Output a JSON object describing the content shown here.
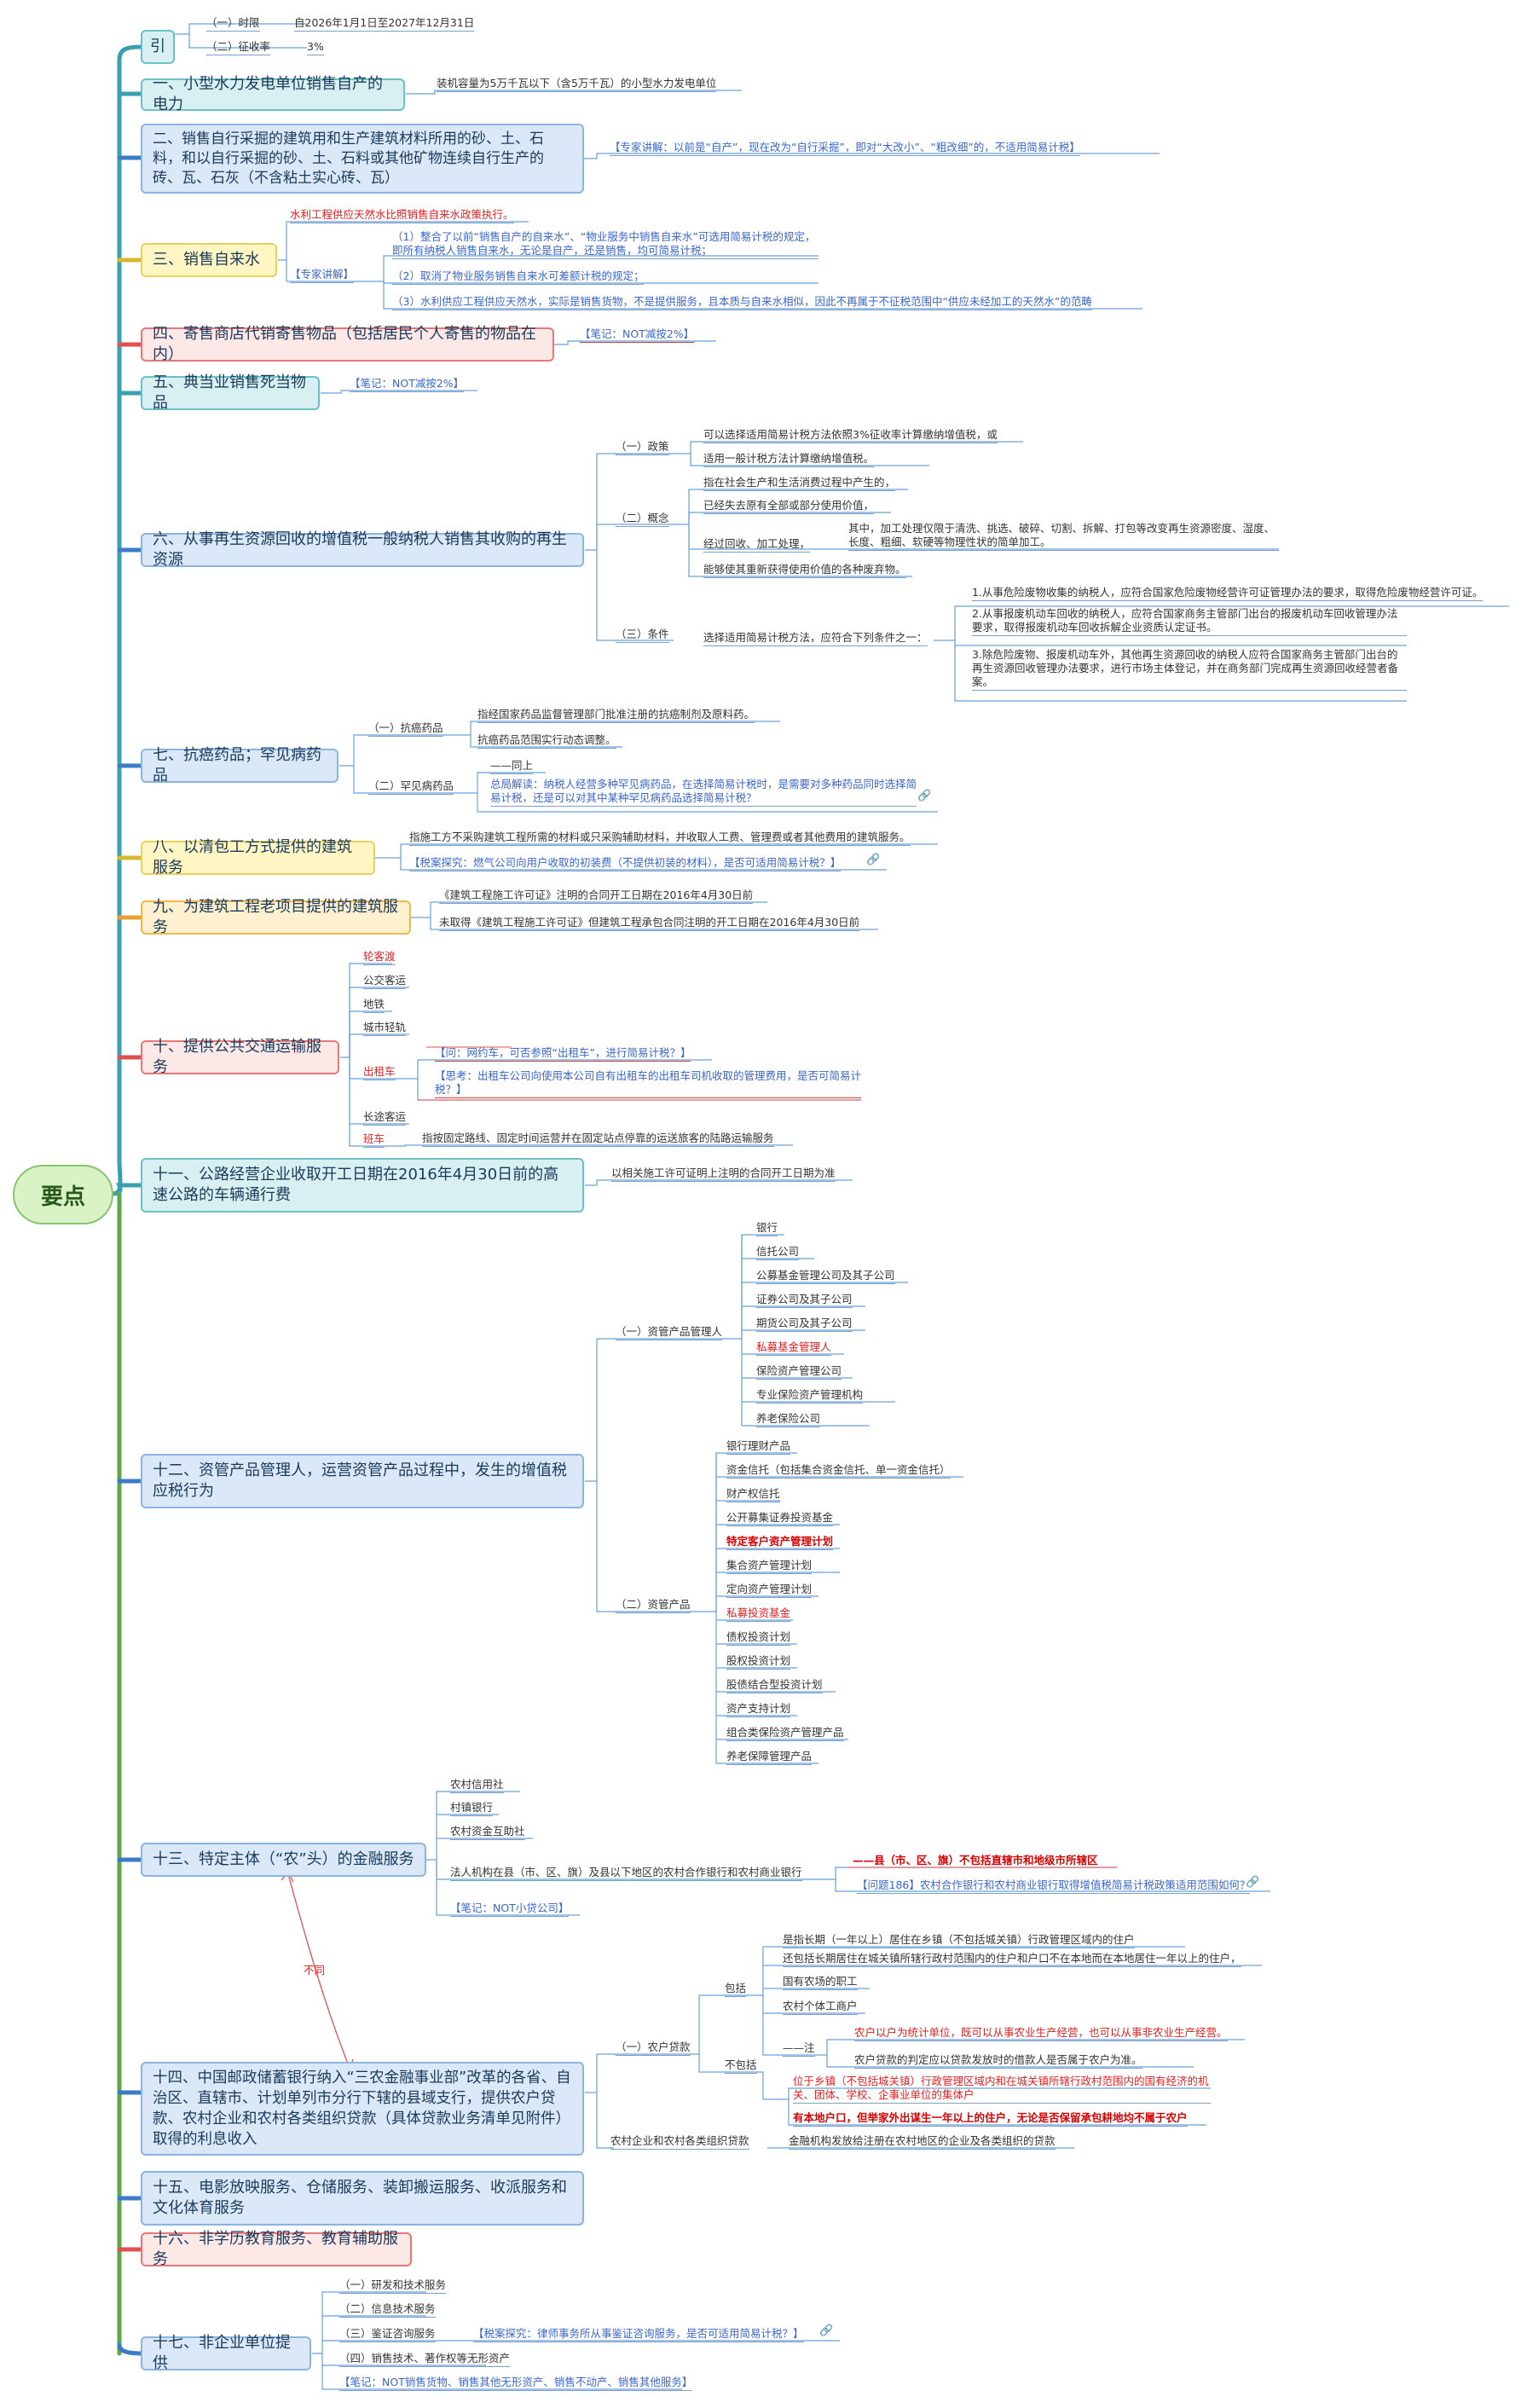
{
  "root": "要点",
  "sections": {
    "s0": {
      "title": "引",
      "period_label": "（一）时限",
      "period_value": "自2026年1月1日至2027年12月31日",
      "rate_label": "（二）征收率",
      "rate_value": "3%"
    },
    "s1": {
      "title": "一、小型水力发电单位销售自产的电力",
      "note": "装机容量为5万千瓦以下（含5万千瓦）的小型水力发电单位"
    },
    "s2": {
      "title": "二、销售自行采掘的建筑用和生产建筑材料所用的砂、土、石料，和以自行采掘的砂、土、石料或其他矿物连续自行生产的砖、瓦、石灰（不含粘土实心砖、瓦）",
      "note": "【专家讲解：以前是“自产”，现在改为“自行采掘”，即对“大改小”、“粗改细”的，不适用简易计税】"
    },
    "s3": {
      "title": "三、销售自来水",
      "red_note": "水利工程供应天然水比照销售自来水政策执行。",
      "expert": "【专家讲解】",
      "p1": "（1）整合了以前“销售自产的自来水”、“物业服务中销售自来水”可选用简易计税的规定，即所有纳税人销售自来水，无论是自产，还是销售，均可简易计税；",
      "p2": "（2）取消了物业服务销售自来水可差额计税的规定；",
      "p3": "（3）水利供应工程供应天然水，实际是销售货物，不是提供服务，且本质与自来水相似，因此不再属于不征税范围中“供应未经加工的天然水”的范畴"
    },
    "s4": {
      "title": "四、寄售商店代销寄售物品（包括居民个人寄售的物品在内）",
      "note": "【笔记：NOT减按2%】"
    },
    "s5": {
      "title": "五、典当业销售死当物品",
      "note": "【笔记：NOT减按2%】"
    },
    "s6": {
      "title": "六、从事再生资源回收的增值税一般纳税人销售其收购的再生资源",
      "policy_label": "（一）政策",
      "policy_1": "可以选择适用简易计税方法依照3%征收率计算缴纳增值税，或",
      "policy_2": "适用一般计税方法计算缴纳增值税。",
      "concept_label": "（二）概念",
      "concept_1": "指在社会生产和生活消费过程中产生的，",
      "concept_2": "已经失去原有全部或部分使用价值，",
      "concept_3a": "经过回收、加工处理，",
      "concept_3b": "其中，加工处理仅限于清洗、挑选、破碎、切割、拆解、打包等改变再生资源密度、湿度、长度、粗细、软硬等物理性状的简单加工。",
      "concept_4": "能够使其重新获得使用价值的各种废弃物。",
      "cond_label": "（三）条件",
      "cond_lead": "选择适用简易计税方法，应符合下列条件之一：",
      "cond_1": "1.从事危险废物收集的纳税人，应符合国家危险废物经营许可证管理办法的要求，取得危险废物经营许可证。",
      "cond_2": "2.从事报废机动车回收的纳税人，应符合国家商务主管部门出台的报废机动车回收管理办法要求，取得报废机动车回收拆解企业资质认定证书。",
      "cond_3": "3.除危险废物、报废机动车外，其他再生资源回收的纳税人应符合国家商务主管部门出台的再生资源回收管理办法要求，进行市场主体登记，并在商务部门完成再生资源回收经营者备案。"
    },
    "s7": {
      "title": "七、抗癌药品；罕见病药品",
      "a_label": "（一）抗癌药品",
      "a_1": "指经国家药品监督管理部门批准注册的抗癌制剂及原料药。",
      "a_2": "抗癌药品范围实行动态调整。",
      "b_label": "（二）罕见病药品",
      "b_1": "——同上",
      "b_2": "总局解读：纳税人经营多种罕见病药品，在选择简易计税时，是需要对多种药品同时选择简易计税，还是可以对其中某种罕见病药品选择简易计税？"
    },
    "s8": {
      "title": "八、以清包工方式提供的建筑服务",
      "note": "指施工方不采购建筑工程所需的材料或只采购辅助材料，并收取人工费、管理费或者其他费用的建筑服务。",
      "tax": "【税案探究：燃气公司向用户收取的初装费（不提供初装的材料），是否可适用简易计税？】"
    },
    "s9": {
      "title": "九、为建筑工程老项目提供的建筑服务",
      "note_1": "《建筑工程施工许可证》注明的合同开工日期在2016年4月30日前",
      "note_2": "未取得《建筑工程施工许可证》但建筑工程承包合同注明的开工日期在2016年4月30日前"
    },
    "s10": {
      "title": "十、提供公共交通运输服务",
      "items": [
        "轮客渡",
        "公交客运",
        "地铁",
        "城市轻轨",
        "出租车",
        "长途客运",
        "班车"
      ],
      "taxi_q1": "【问：网约车，可否参照“出租车”，进行简易计税？】",
      "taxi_q2": "【思考：出租车公司向使用本公司自有出租车的出租车司机收取的管理费用，是否可简易计税？】",
      "bus_note": "指按固定路线、固定时间运营并在固定站点停靠的运送旅客的陆路运输服务"
    },
    "s11": {
      "title": "十一、公路经营企业收取开工日期在2016年4月30日前的高速公路的车辆通行费",
      "note": "以相关施工许可证明上注明的合同开工日期为准"
    },
    "s12": {
      "title": "十二、资管产品管理人，运营资管产品过程中，发生的增值税应税行为",
      "mgr_label": "（一）资管产品管理人",
      "mgr_items": [
        "银行",
        "信托公司",
        "公募基金管理公司及其子公司",
        "证券公司及其子公司",
        "期货公司及其子公司",
        "私募基金管理人",
        "保险资产管理公司",
        "专业保险资产管理机构",
        "养老保险公司"
      ],
      "prod_label": "（二）资管产品",
      "prod_items": [
        "银行理财产品",
        "资金信托（包括集合资金信托、单一资金信托）",
        "财产权信托",
        "公开募集证券投资基金",
        "特定客户资产管理计划",
        "集合资产管理计划",
        "定向资产管理计划",
        "私募投资基金",
        "债权投资计划",
        "股权投资计划",
        "股债结合型投资计划",
        "资产支持计划",
        "组合类保险资产管理产品",
        "养老保障管理产品"
      ]
    },
    "s13": {
      "title": "十三、特定主体（“农”头）的金融服务",
      "items": [
        "农村信用社",
        "村镇银行",
        "农村资金互助社"
      ],
      "legal": "法人机构在县（市、区、旗）及县以下地区的农村合作银行和农村商业银行",
      "county": "——县（市、区、旗）不包括直辖市和地级市所辖区",
      "question": "【问题186】农村合作银行和农村商业银行取得增值税简易计税政策适用范围如何？",
      "note": "【笔记：NOT小贷公司】",
      "diff": "不同"
    },
    "s14": {
      "title": "十四、中国邮政储蓄银行纳入“三农金融事业部”改革的各省、自治区、直辖市、计划单列市分行下辖的县域支行，提供农户贷款、农村企业和农村各类组织贷款（具体贷款业务清单见附件）取得的利息收入",
      "loan_label": "（一）农户贷款",
      "include": "包括",
      "exclude": "不包括",
      "inc_1": "是指长期（一年以上）居住在乡镇（不包括城关镇）行政管理区域内的住户",
      "inc_2": "还包括长期居住在城关镇所辖行政村范围内的住户和户口不在本地而在本地居住一年以上的住户，",
      "inc_3": "国有农场的职工",
      "inc_4": "农村个体工商户",
      "note_label": "——注",
      "note_1": "农户以户为统计单位，既可以从事农业生产经营，也可以从事非农业生产经营。",
      "note_2": "农户贷款的判定应以贷款发放时的借款人是否属于农户为准。",
      "exc_1": "位于乡镇（不包括城关镇）行政管理区域内和在城关镇所辖行政村范围内的国有经济的机关、团体、学校、企事业单位的集体户",
      "exc_2": "有本地户口，但举家外出谋生一年以上的住户，无论是否保留承包耕地均不属于农户",
      "org_label": "农村企业和农村各类组织贷款",
      "org_note": "金融机构发放给注册在农村地区的企业及各类组织的贷款"
    },
    "s15": {
      "title": "十五、电影放映服务、仓储服务、装卸搬运服务、收派服务和文化体育服务"
    },
    "s16": {
      "title": "十六、非学历教育服务、教育辅助服务"
    },
    "s17": {
      "title": "十七、非企业单位提供",
      "items": [
        "（一）研发和技术服务",
        "（二）信息技术服务",
        "（三）鉴证咨询服务",
        "（四）销售技术、著作权等无形资产"
      ],
      "tax": "【税案探究：律师事务所从事鉴证咨询服务，是否可适用简易计税？】",
      "note": "【笔记：NOT销售货物、销售其他无形资产、销售不动产、销售其他服务】"
    }
  },
  "colors": {
    "teal": "#4aaab8",
    "blue": "#5a8ed0",
    "yellow": "#d8b830",
    "red": "#e05050",
    "green": "#5aa848",
    "orange": "#e8a030",
    "note_blue": "#3a66c8",
    "alert_red": "#e02020"
  },
  "icons": {
    "link": "link-icon"
  }
}
